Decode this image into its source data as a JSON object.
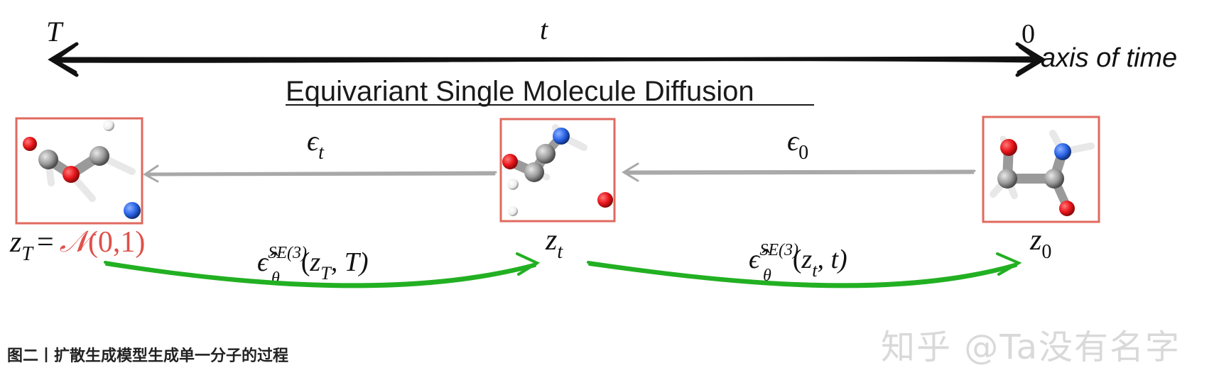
{
  "timeline": {
    "left_label": "T",
    "mid_label": "t",
    "right_label": "0",
    "axis_label": "axis of time"
  },
  "title": "Equivariant Single Molecule Diffusion",
  "states": {
    "left": {
      "var": "z",
      "sub": "T",
      "eq": "=",
      "dist": "𝒩",
      "dist_args": "(0,1)"
    },
    "mid": {
      "var": "z",
      "sub": "t"
    },
    "right": {
      "var": "z",
      "sub": "0"
    }
  },
  "noise": {
    "left": {
      "sym": "ϵ",
      "sub": "t"
    },
    "right": {
      "sym": "ϵ",
      "sub": "0"
    }
  },
  "denoisers": {
    "first": {
      "sym": "ϵ̂",
      "sup": "SE(3)",
      "sub": "θ",
      "args_open": "(",
      "arg1": "z",
      "arg1_sub": "T",
      "arg2": ", T)"
    },
    "second": {
      "sym": "ϵ̂",
      "sup": "SE(3)",
      "sub": "θ",
      "args_open": "(",
      "arg1": "z",
      "arg1_sub": "t",
      "arg2": ", t)"
    }
  },
  "caption": "图二丨扩散生成模型生成单一分子的过程",
  "watermark": "知乎 @Ta没有名字",
  "colors": {
    "box_border": "#e06a5e",
    "green_arrow": "#22b022",
    "gray_arrow": "#a8a8a8",
    "normal_red": "#e0504a",
    "atom_red": "#e8141a",
    "atom_blue": "#2a64e8",
    "atom_gray": "#9a9a9a",
    "atom_white": "#f4f4f4"
  }
}
